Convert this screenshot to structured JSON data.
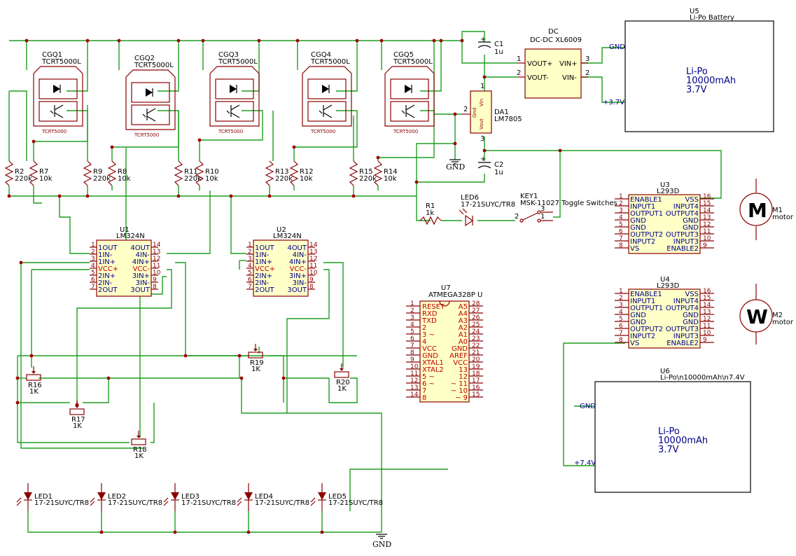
{
  "sensors": [
    {
      "ref": "CGQ1",
      "value": "TCRT5000L",
      "footprint": "TCRT5000"
    },
    {
      "ref": "CGQ2",
      "value": "TCRT5000L",
      "footprint": "TCRT5000"
    },
    {
      "ref": "CGQ3",
      "value": "TCRT5000L",
      "footprint": "TCRT5000"
    },
    {
      "ref": "CGQ4",
      "value": "TCRT5000L",
      "footprint": "TCRT5000"
    },
    {
      "ref": "CGQ5",
      "value": "TCRT5000L",
      "footprint": "TCRT5000"
    }
  ],
  "resistors": [
    {
      "ref": "R2",
      "value": "220k"
    },
    {
      "ref": "R7",
      "value": "10k"
    },
    {
      "ref": "R9",
      "value": "220k"
    },
    {
      "ref": "R8",
      "value": "10k"
    },
    {
      "ref": "R11",
      "value": "220k"
    },
    {
      "ref": "R10",
      "value": "10k"
    },
    {
      "ref": "R13",
      "value": "220k"
    },
    {
      "ref": "R12",
      "value": "10k"
    },
    {
      "ref": "R15",
      "value": "220k"
    },
    {
      "ref": "R14",
      "value": "10k"
    },
    {
      "ref": "R1",
      "value": "1k"
    }
  ],
  "pots": [
    {
      "ref": "R16",
      "value": "1K"
    },
    {
      "ref": "R17",
      "value": "1K"
    },
    {
      "ref": "R18",
      "value": "1K"
    },
    {
      "ref": "R19",
      "value": "1K"
    },
    {
      "ref": "R20",
      "value": "1K"
    }
  ],
  "opamps": [
    {
      "ref": "U1",
      "value": "LM324N",
      "left": [
        "1OUT",
        "1IN-",
        "1IN+",
        "VCC+",
        "2IN+",
        "2IN-",
        "2OUT"
      ],
      "right": [
        "4OUT",
        "4IN-",
        "4IN+",
        "VCC-",
        "3IN+",
        "3IN-",
        "3OUT"
      ],
      "lnum": [
        "1",
        "2",
        "3",
        "4",
        "5",
        "6",
        "7"
      ],
      "rnum": [
        "14",
        "13",
        "12",
        "11",
        "10",
        "9",
        "8"
      ]
    },
    {
      "ref": "U2",
      "value": "LM324N",
      "left": [
        "1OUT",
        "1IN-",
        "1IN+",
        "VCC+",
        "2IN+",
        "2IN-",
        "2OUT"
      ],
      "right": [
        "4OUT",
        "4IN-",
        "4IN+",
        "VCC-",
        "3IN+",
        "3IN-",
        "3OUT"
      ],
      "lnum": [
        "1",
        "2",
        "3",
        "4",
        "5",
        "6",
        "7"
      ],
      "rnum": [
        "14",
        "13",
        "12",
        "11",
        "10",
        "9",
        "8"
      ]
    }
  ],
  "drivers": [
    {
      "ref": "U3",
      "value": "L293D",
      "left": [
        "ENABLE1",
        "INPUT1",
        "OUTPUT1",
        "GND",
        "GND",
        "OUTPUT2",
        "INPUT2",
        "VS"
      ],
      "right": [
        "VSS",
        "INPUT4",
        "OUTPUT4",
        "GND",
        "GND",
        "OUTPUT3",
        "INPUT3",
        "ENABLE2"
      ],
      "lnum": [
        "1",
        "2",
        "3",
        "4",
        "5",
        "6",
        "7",
        "8"
      ],
      "rnum": [
        "16",
        "15",
        "14",
        "13",
        "12",
        "11",
        "10",
        "9"
      ]
    },
    {
      "ref": "U4",
      "value": "L293D",
      "left": [
        "ENABLE1",
        "INPUT1",
        "OUTPUT1",
        "GND",
        "GND",
        "OUTPUT2",
        "INPUT2",
        "VS"
      ],
      "right": [
        "VSS",
        "INPUT4",
        "OUTPUT4",
        "GND",
        "GND",
        "OUTPUT3",
        "INPUT3",
        "ENABLE2"
      ],
      "lnum": [
        "1",
        "2",
        "3",
        "4",
        "5",
        "6",
        "7",
        "8"
      ],
      "rnum": [
        "16",
        "15",
        "14",
        "13",
        "12",
        "11",
        "10",
        "9"
      ]
    }
  ],
  "mcu": {
    "ref": "U7",
    "value": "ATMEGA328P U",
    "left": [
      "RESET",
      "RXD",
      "TXD",
      "2",
      "3 ~",
      "4",
      "VCC",
      "GND",
      "XTAL1",
      "XTAL2",
      "5 ~",
      "6 ~",
      "7",
      "8"
    ],
    "right": [
      "A5",
      "A4",
      "A3",
      "A2",
      "A1",
      "A0",
      "GND",
      "AREF",
      "VCC",
      "13",
      "12",
      "~ 11",
      "~ 10",
      "~ 9"
    ],
    "lnum": [
      "1",
      "2",
      "3",
      "4",
      "5",
      "6",
      "7",
      "8",
      "9",
      "10",
      "11",
      "12",
      "13",
      "14"
    ],
    "rnum": [
      "28",
      "27",
      "26",
      "25",
      "24",
      "23",
      "22",
      "21",
      "20",
      "19",
      "18",
      "17",
      "16",
      "15"
    ]
  },
  "dcdc": {
    "ref": "DC",
    "value": "DC-DC XL6009",
    "pins": [
      "VOUT+",
      "VOUT-",
      "VIN+",
      "VIN-"
    ],
    "nums": [
      "1",
      "2",
      "3",
      "2"
    ]
  },
  "regulator": {
    "ref": "DA1",
    "value": "LM7805",
    "pins": [
      "Vin",
      "Gnd",
      "Vout"
    ],
    "nums": [
      "1",
      "2",
      "3"
    ]
  },
  "caps": [
    {
      "ref": "C1",
      "value": "1u"
    },
    {
      "ref": "C2",
      "value": "1u"
    }
  ],
  "led6": {
    "ref": "LED6",
    "value": "17-21SUYC/TR8"
  },
  "switch": {
    "ref": "KEY1",
    "value": "MSK-11027 Toggle Switches",
    "pins": [
      "2",
      "1",
      "3"
    ]
  },
  "leds": [
    {
      "ref": "LED1",
      "value": "17-21SUYC/TR8"
    },
    {
      "ref": "LED2",
      "value": "17-21SUYC/TR8"
    },
    {
      "ref": "LED3",
      "value": "17-21SUYC/TR8"
    },
    {
      "ref": "LED4",
      "value": "17-21SUYC/TR8"
    },
    {
      "ref": "LED5",
      "value": "17-21SUYC/TR8"
    }
  ],
  "motors": [
    {
      "ref": "M1",
      "value": "motor",
      "glyph": "M"
    },
    {
      "ref": "M2",
      "value": "motor",
      "glyph": "W"
    }
  ],
  "battery5": {
    "ref": "U5",
    "value": "Li-Po Battery",
    "pin1": "GND",
    "pin2": "+3.7V",
    "l1": "Li-Po",
    "l2": "10000mAh",
    "l3": "3.7V"
  },
  "battery6": {
    "ref": "U6",
    "value": "Li-Po\\n10000mAh\\n7.4V",
    "pin1": "GND",
    "pin2": "+7.4V",
    "l1": "Li-Po",
    "l2": "10000mAh",
    "l3": "3.7V"
  },
  "gnd_label": "GND",
  "colors": {
    "wire": "#1f9e1f",
    "component": "#8b0000",
    "pin_text": "#000088",
    "power_pin": "#c00000"
  }
}
